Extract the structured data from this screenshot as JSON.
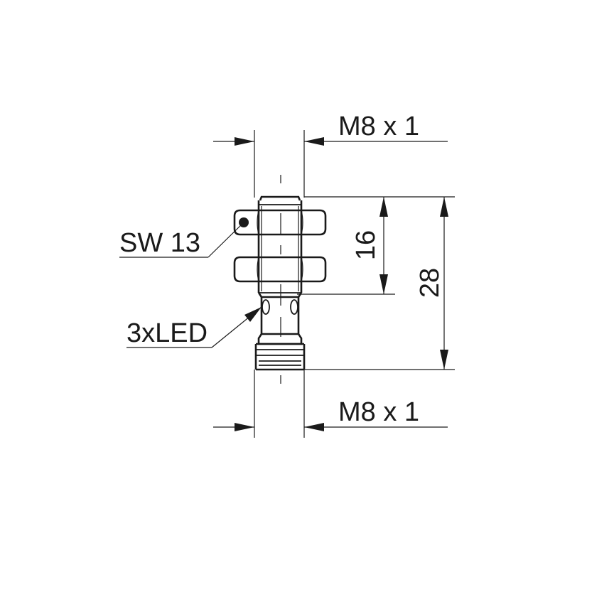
{
  "labels": {
    "thread_top": "M8 x 1",
    "thread_bottom": "M8 x 1",
    "wrench_size": "SW 13",
    "led": "3xLED",
    "length_thread": "16",
    "length_total": "28"
  },
  "colors": {
    "line": "#1a1a1a",
    "background": "#ffffff"
  }
}
